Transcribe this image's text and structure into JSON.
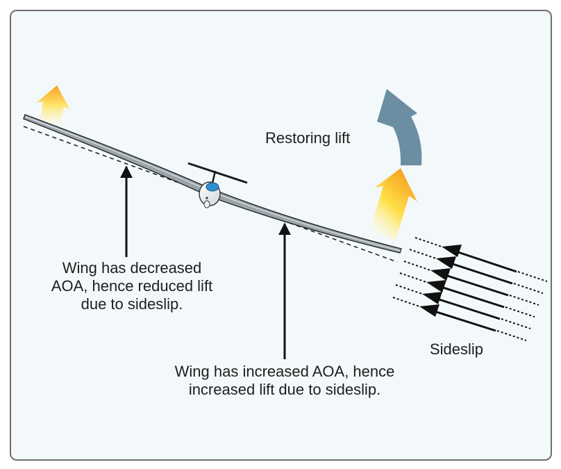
{
  "labels": {
    "restoring_lift": "Restoring lift",
    "left_wing_line1": "Wing has decreased",
    "left_wing_line2": "AOA, hence reduced lift",
    "left_wing_line3": "due to sideslip.",
    "right_wing_line1": "Wing has increased AOA, hence",
    "right_wing_line2": "increased lift due to sideslip.",
    "sideslip": "Sideslip"
  },
  "colors": {
    "frame_bg": "#f3f8fa",
    "frame_border": "#6e6e6e",
    "restoring_arrow": "#6b8ea3",
    "lift_arrow_top": "#f5a623",
    "lift_arrow_bottom": "#fff6a0",
    "arrow_black": "#111111"
  }
}
